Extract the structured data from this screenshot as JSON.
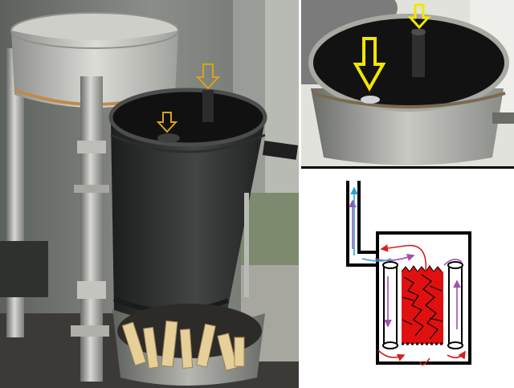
{
  "photos": {
    "main": {
      "subject": "stove-assembly",
      "arrow_color": "#d9a21b"
    },
    "detail": {
      "subject": "stove-interior-top-view",
      "arrow_color": "#f2e600"
    }
  },
  "diagram": {
    "type": "airflow-schematic",
    "colors": {
      "fire": "#e01010",
      "hot_flow": "#d42020",
      "cool_flow": "#a050b0",
      "exhaust_flow": "#2aa0d8",
      "outline": "#000000"
    }
  }
}
